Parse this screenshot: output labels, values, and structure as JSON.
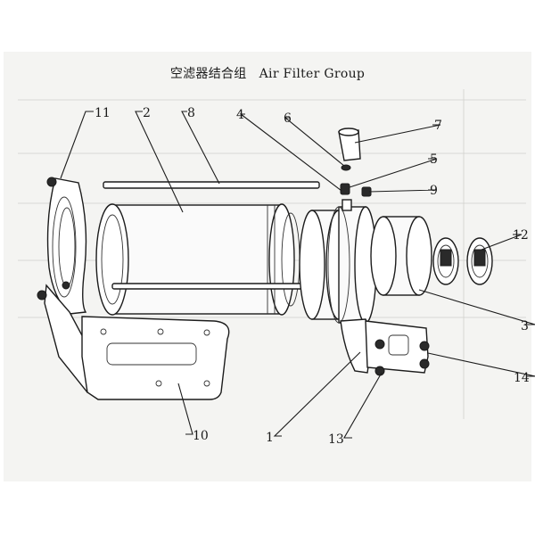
{
  "title": {
    "zh": "空滤器结合组",
    "en": "Air Filter Group"
  },
  "callouts": [
    "11",
    "2",
    "8",
    "4",
    "6",
    "7",
    "5",
    "9",
    "12",
    "3",
    "14",
    "10",
    "1",
    "13"
  ],
  "colors": {
    "paper": "#f4f4f2",
    "ink": "#1c1c1c"
  }
}
